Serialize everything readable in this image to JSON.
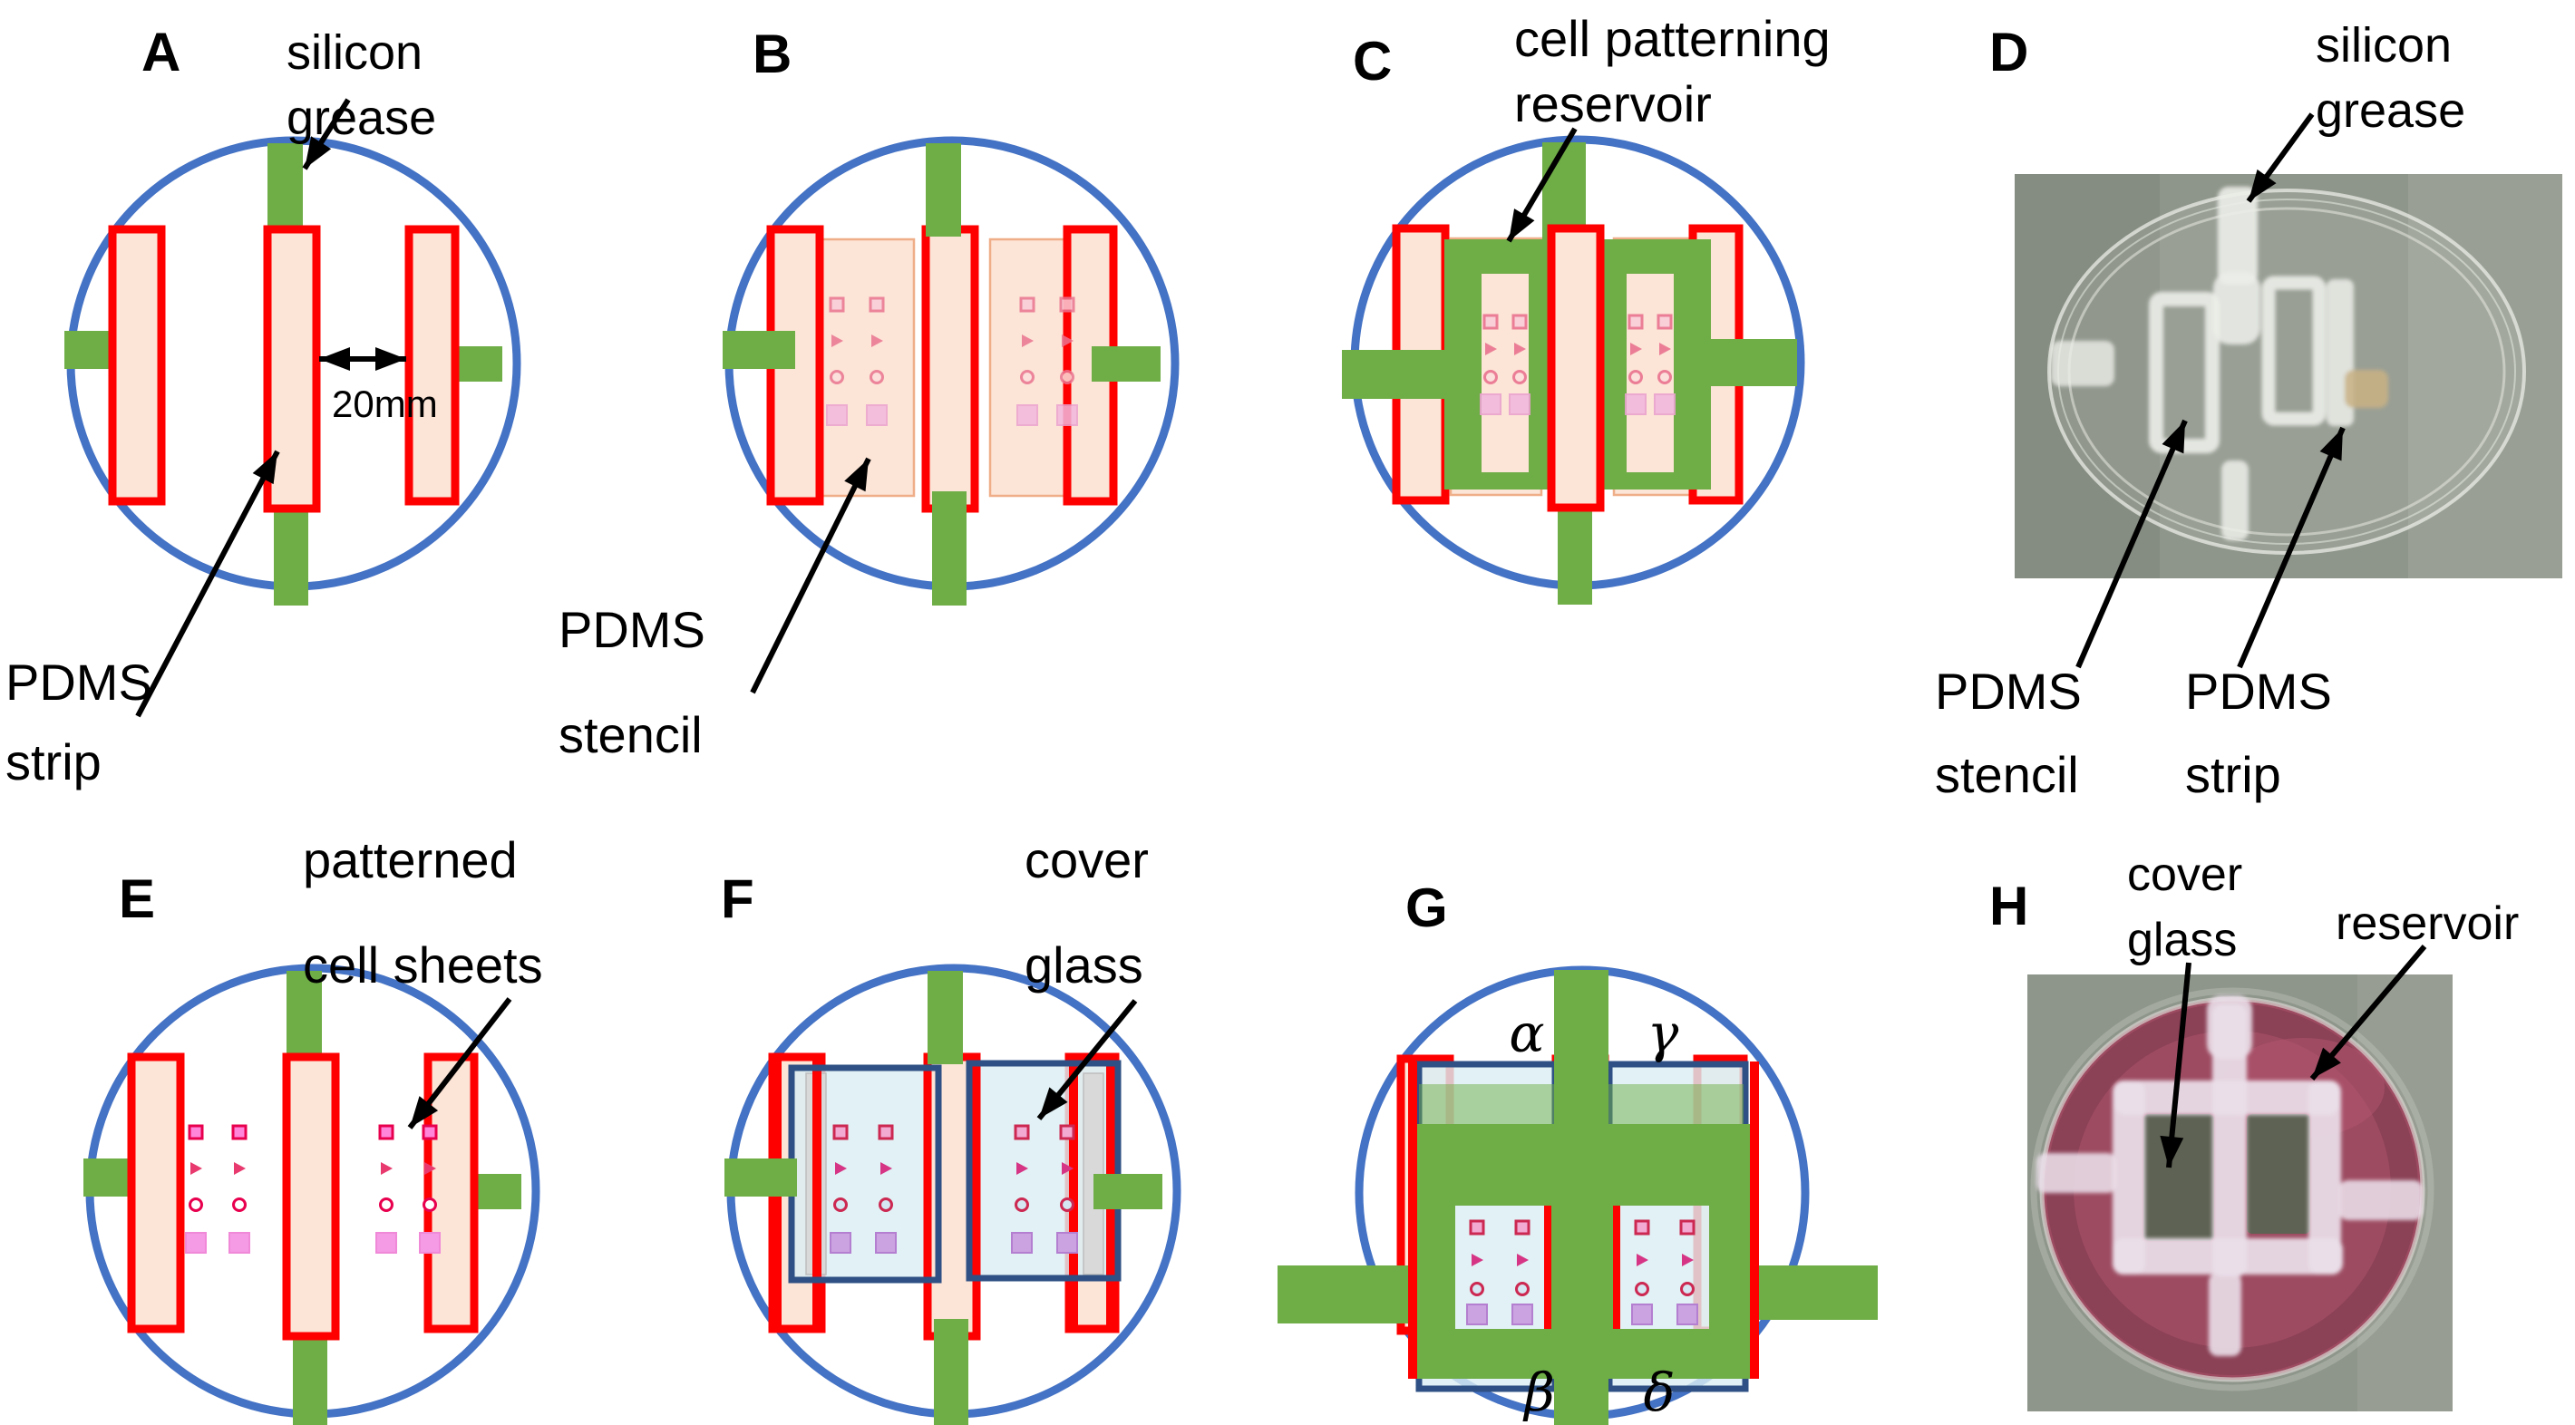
{
  "figure": {
    "panels": {
      "a": {
        "letter": "A",
        "silicon_grease_1": "silicon",
        "silicon_grease_2": "grease",
        "pdms_strip_1": "PDMS",
        "pdms_strip_2": "strip",
        "gap": "20mm"
      },
      "b": {
        "letter": "B",
        "pdms_stencil_1": "PDMS",
        "pdms_stencil_2": "stencil"
      },
      "c": {
        "letter": "C",
        "reservoir_1": "cell patterning",
        "reservoir_2": "reservoir"
      },
      "d": {
        "letter": "D",
        "silicon_grease_1": "silicon",
        "silicon_grease_2": "grease",
        "pdms_stencil_1": "PDMS",
        "pdms_stencil_2": "stencil",
        "pdms_strip_1": "PDMS",
        "pdms_strip_2": "strip"
      },
      "e": {
        "letter": "E",
        "cell_sheets_1": "patterned",
        "cell_sheets_2": "cell sheets"
      },
      "f": {
        "letter": "F",
        "cover_glass_1": "cover",
        "cover_glass_2": "glass"
      },
      "g": {
        "letter": "G",
        "alpha": "α",
        "gamma": "γ",
        "beta": "β",
        "delta": "δ"
      },
      "h": {
        "letter": "H",
        "cover_glass_1": "cover",
        "cover_glass_2": "glass",
        "reservoir": "reservoir"
      }
    },
    "palette": {
      "dish_outline": "#4472c4",
      "grease_green": "#6fad47",
      "strip_red": "#ff0000",
      "strip_fill": "#fce4d6",
      "cover_glass_fill": "#daeef3",
      "cover_glass_border": "#2e5084",
      "pattern_pink": "#f59ae5",
      "annotation_black": "#000000"
    }
  }
}
